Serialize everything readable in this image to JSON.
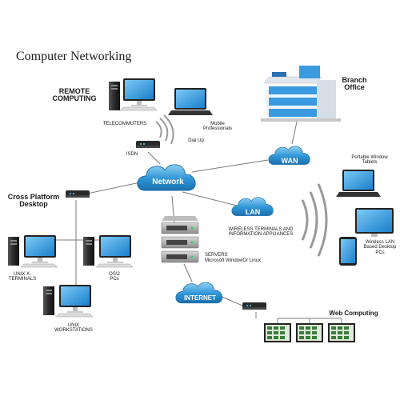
{
  "title": "Computer Networking",
  "clouds": {
    "network": "Network",
    "wan": "WAN",
    "lan": "LAN",
    "internet": "INTERNET"
  },
  "labels": {
    "remote_computing": "REMOTE\nCOMPUTING",
    "telecommuters": "TELECOMMUTERS",
    "dial_up": "Dial Up",
    "mobile_professionals": "Mobile\nProfessionals",
    "isdn": "ISDN",
    "branch_office": "Branch\nOffice",
    "cross_platform": "Cross Platform\nDesktop",
    "unix_x_terminals": "UNIX X-\nTERMINALS",
    "os2_pcs": "OS\\2\nPCs",
    "unix_workstations": "UNIX\nWORKSTATIONS",
    "wireless_terminals": "WIRELESS TERMINALS AND\nINFORMATION APPLIANCES",
    "servers": "SERVERS",
    "servers_os": "Microsoft WindowOr Linux",
    "portable_tablets": "Portable Window\nTablets",
    "wireless_lan": "Wireless LAN\nBased Desktop\nPCs",
    "web_computing": "Web Computing"
  },
  "colors": {
    "cloud": "#2f95d6",
    "monitor": "#1e6fb8",
    "screen": "#45a9ea",
    "device": "#2a2a2a",
    "line": "#7a7a7a"
  }
}
